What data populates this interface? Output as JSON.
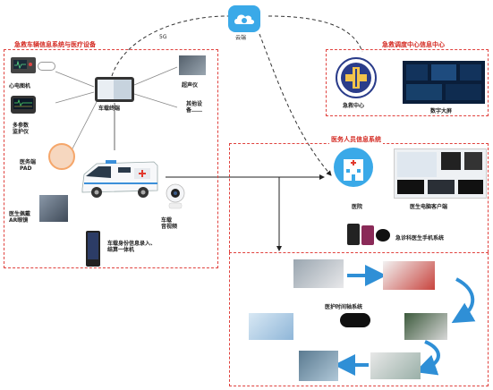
{
  "cloud": {
    "label": "云端",
    "link_label": "5G"
  },
  "left_box": {
    "title": "急救车辆信息系统与医疗设备",
    "center_device": "车载终端",
    "items": {
      "ecg": "心电图机",
      "monitor": "多参数\n监护仪",
      "pad": "医务端\nPAD",
      "ar_glasses": "医生佩戴\nAR眼镜",
      "ultrasound": "超声仪",
      "other": "其他设\n备……",
      "camera": "车载\n音视频",
      "gateway": "车载身份信息录入、\n结算一体机"
    }
  },
  "right_top_box": {
    "title": "急救调度中心信息中心",
    "center": "急救中心",
    "screen": "数字大屏"
  },
  "right_box": {
    "title": "医务人员信息系统",
    "hospital": "医院",
    "client": "医生电脑客户端",
    "app": "急诊科医生手机系统"
  },
  "bottom_box": {
    "wristband": "医护时间轴系统"
  },
  "colors": {
    "accent_red": "#e0413d",
    "title_red": "#d42a22",
    "cloud_blue": "#3aa9e8",
    "arrow_blue": "#2f8fd6"
  }
}
